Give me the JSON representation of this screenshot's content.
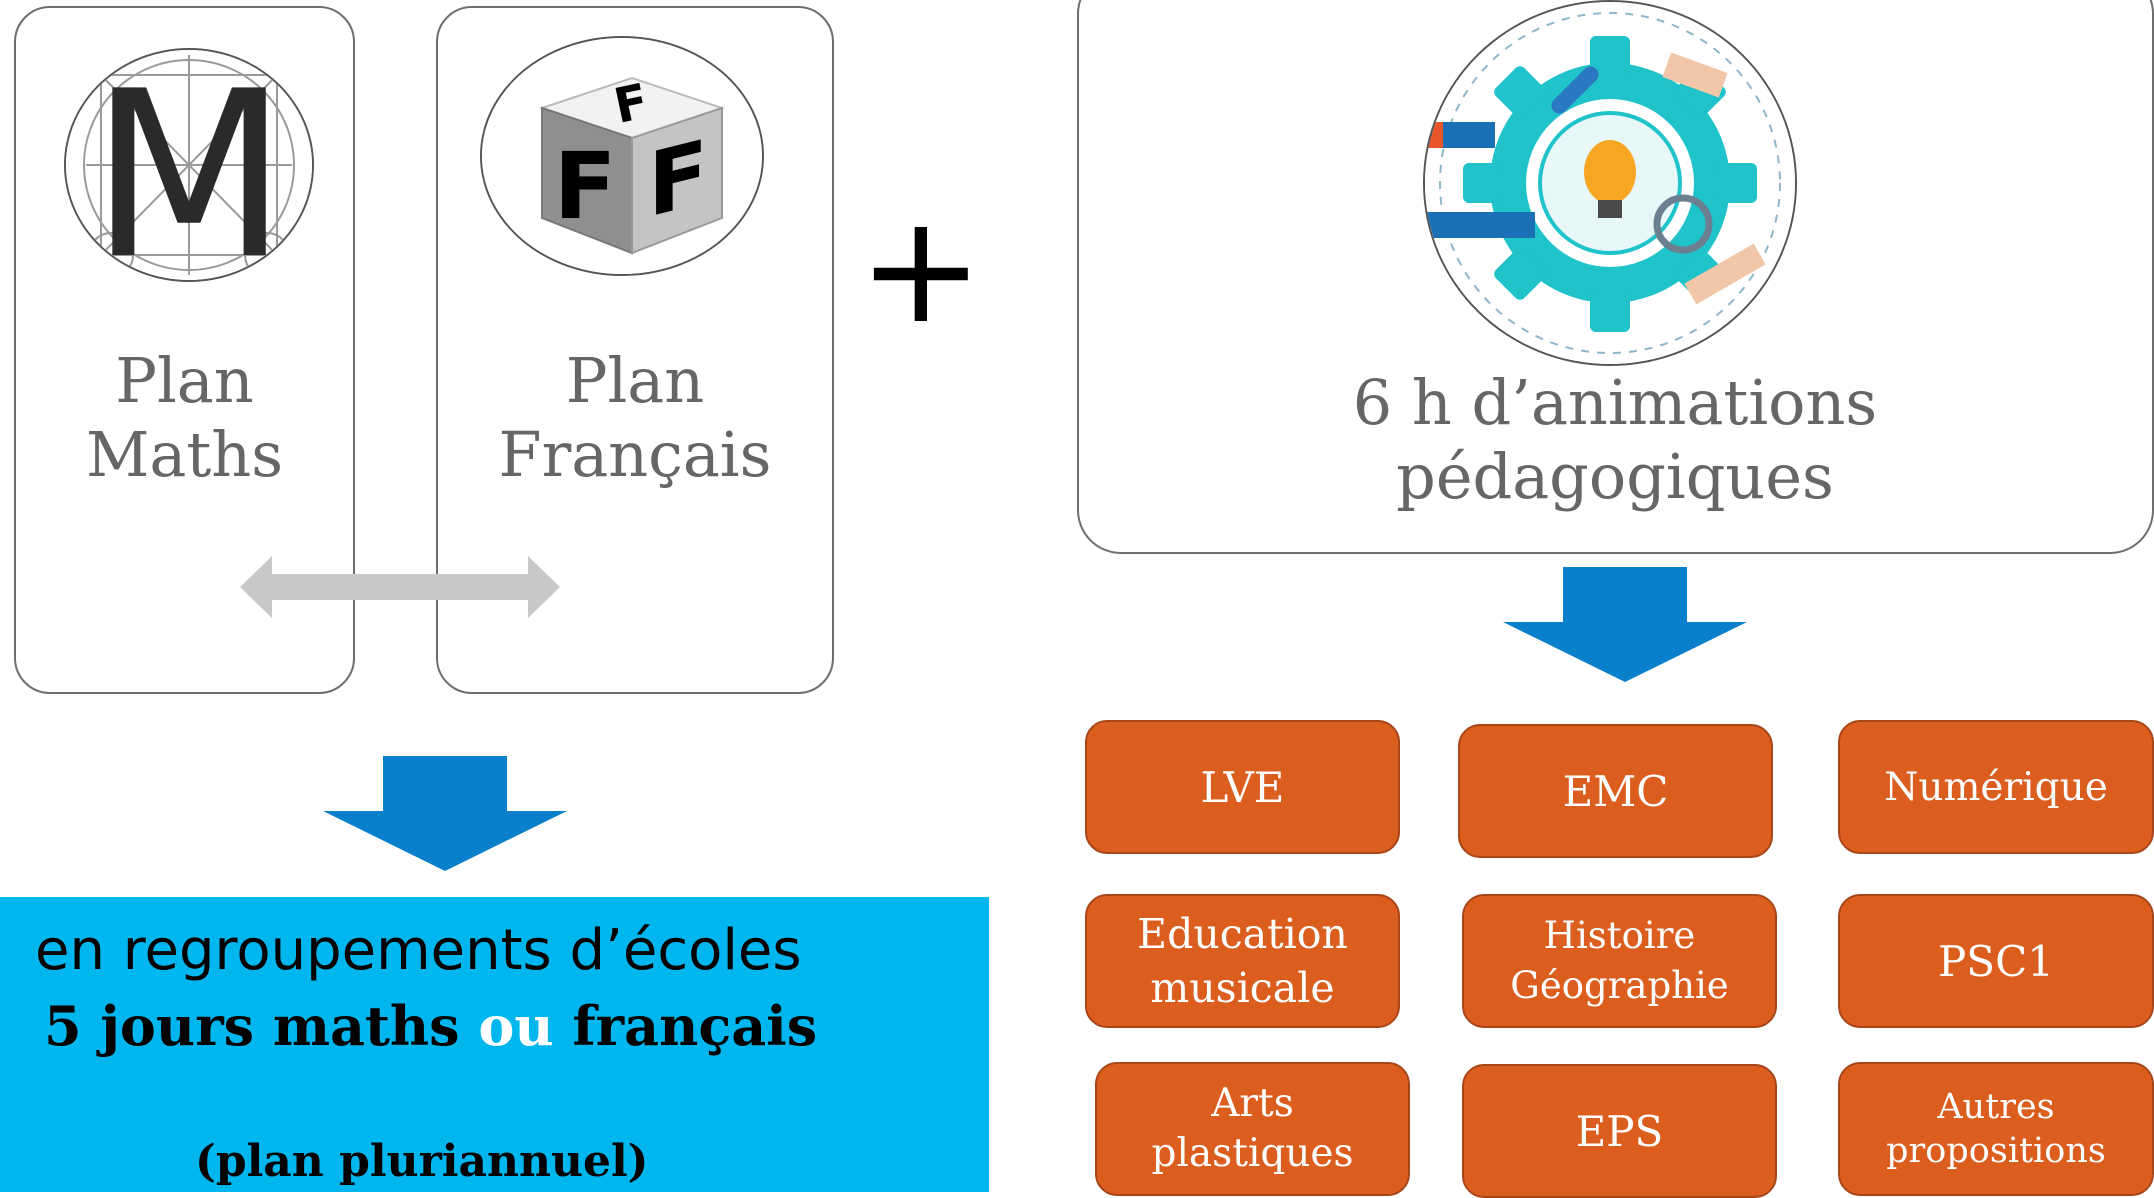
{
  "left_cards": {
    "maths": {
      "label": "Plan\nMaths",
      "icon": "letter-m-emblem-icon",
      "icon_letter": "M"
    },
    "francais": {
      "label": "Plan\nFrançais",
      "icon": "letter-f-cube-icon",
      "icon_letter": "F"
    }
  },
  "plus_sign": "+",
  "right_card": {
    "label": "6 h d’animations\npédagogiques",
    "icon": "gear-lightbulb-hands-icon"
  },
  "banner": {
    "line1": "en regroupements d’écoles",
    "line2_part1": "5 jours maths ",
    "line2_highlight": "ou",
    "line2_part2": " français",
    "line3": "(plan pluriannuel)"
  },
  "topics": [
    "LVE",
    "EMC",
    "Numérique",
    "Education\nmusicale",
    "Histoire\nGéographie",
    "PSC1",
    "Arts\nplastiques",
    "EPS",
    "Autres\npropositions"
  ],
  "colors": {
    "card_border": "#6e6e6e",
    "card_text": "#666666",
    "arrow_blue": "#0a7fcb",
    "banner_bg": "#00b6ee",
    "pill_bg": "#dc5e1f",
    "double_arrow": "#c8c8c8"
  }
}
